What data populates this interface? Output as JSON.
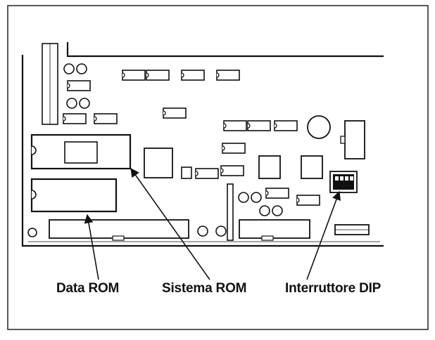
{
  "labels": {
    "data_rom": "Data ROM",
    "sistema_rom": "Sistema ROM",
    "interruttore_dip": "Interruttore DIP"
  },
  "colors": {
    "ink": "#111111",
    "background": "#ffffff"
  }
}
